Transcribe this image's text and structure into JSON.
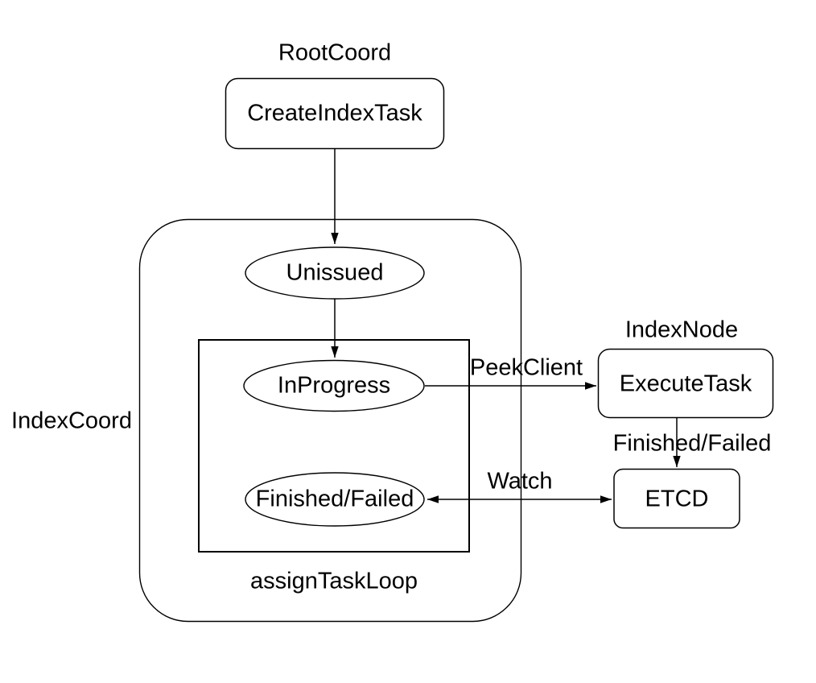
{
  "group_labels": {
    "root_coord": "RootCoord",
    "index_coord": "IndexCoord",
    "index_node": "IndexNode",
    "assign_task_loop": "assignTaskLoop"
  },
  "nodes": {
    "create_index_task": "CreateIndexTask",
    "unissued": "Unissued",
    "in_progress": "InProgress",
    "finished_failed": "Finished/Failed",
    "execute_task": "ExecuteTask",
    "etcd": "ETCD"
  },
  "edge_labels": {
    "peek_client": "PeekClient",
    "finished_failed": "Finished/Failed",
    "watch": "Watch"
  },
  "colors": {
    "stroke": "#000000",
    "fill": "#ffffff",
    "text": "#000000"
  }
}
